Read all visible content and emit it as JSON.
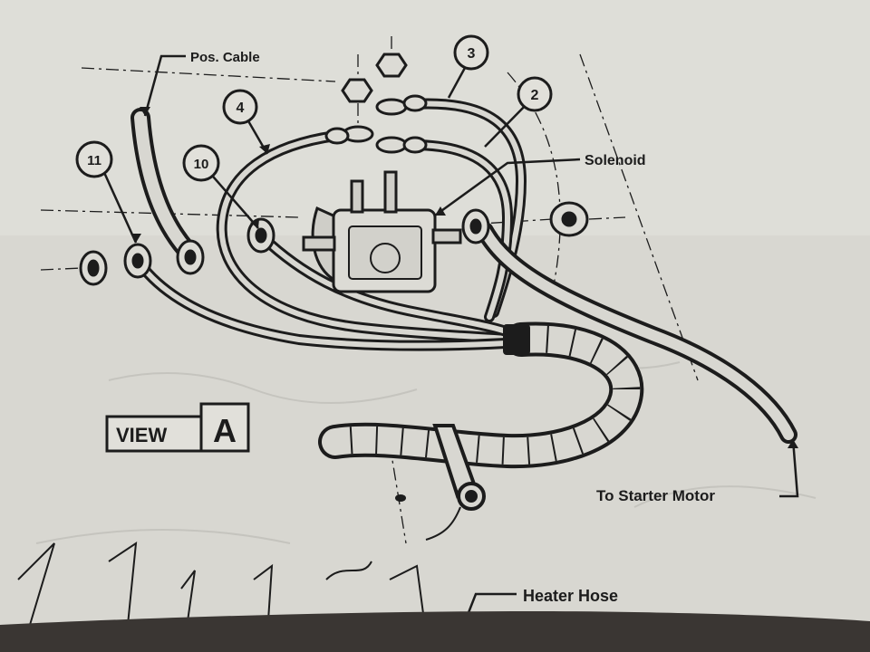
{
  "labels": {
    "pos_cable": "Pos. Cable",
    "solenoid": "Solenoid",
    "to_starter_motor": "To Starter Motor",
    "heater_hose": "Heater Hose"
  },
  "callouts": {
    "c2": "2",
    "c3": "3",
    "c4": "4",
    "c10": "10",
    "c11": "11"
  },
  "view_box": {
    "word": "VIEW",
    "letter": "A"
  },
  "colors": {
    "paper": "#d8d7d1",
    "ink": "#1c1c1c",
    "shadow": "#3a3633"
  }
}
